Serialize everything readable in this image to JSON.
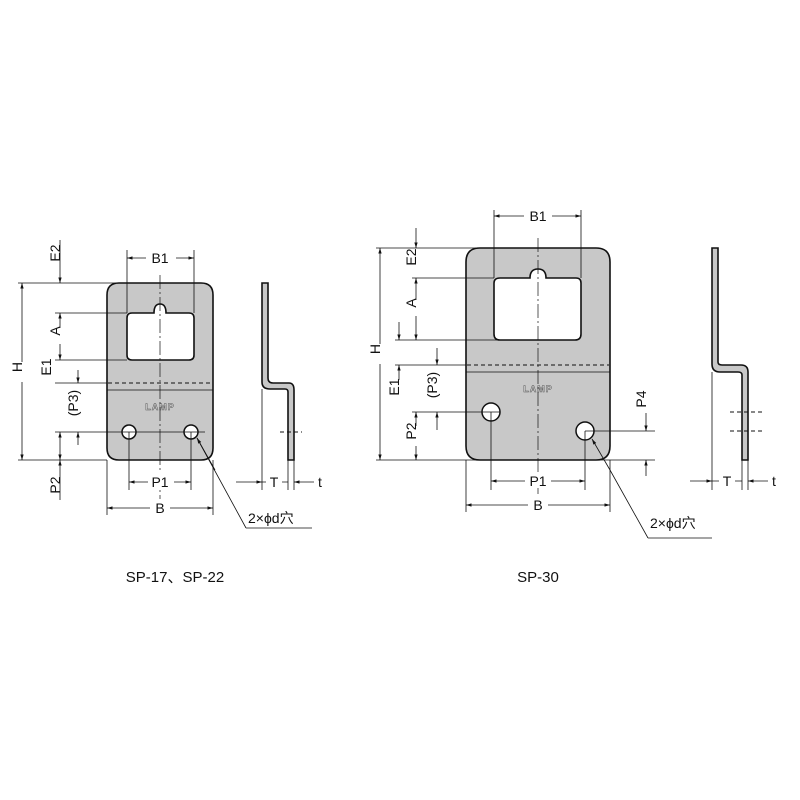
{
  "logo": "LAMP",
  "left": {
    "caption": "SP-17、SP-22",
    "dims": {
      "B1": "B1",
      "E2": "E2",
      "A": "A",
      "H": "H",
      "E1": "E1",
      "P3": "(P3)",
      "P2": "P2",
      "P1": "P1",
      "B": "B",
      "T": "T",
      "t": "t"
    },
    "hole_note": "2×ϕd穴"
  },
  "right": {
    "caption": "SP-30",
    "dims": {
      "B1": "B1",
      "E2": "E2",
      "A": "A",
      "H": "H",
      "E1": "E1",
      "P3": "(P3)",
      "P2": "P2",
      "P4": "P4",
      "P1": "P1",
      "B": "B",
      "T": "T",
      "t": "t"
    },
    "hole_note": "2×ϕd穴"
  }
}
